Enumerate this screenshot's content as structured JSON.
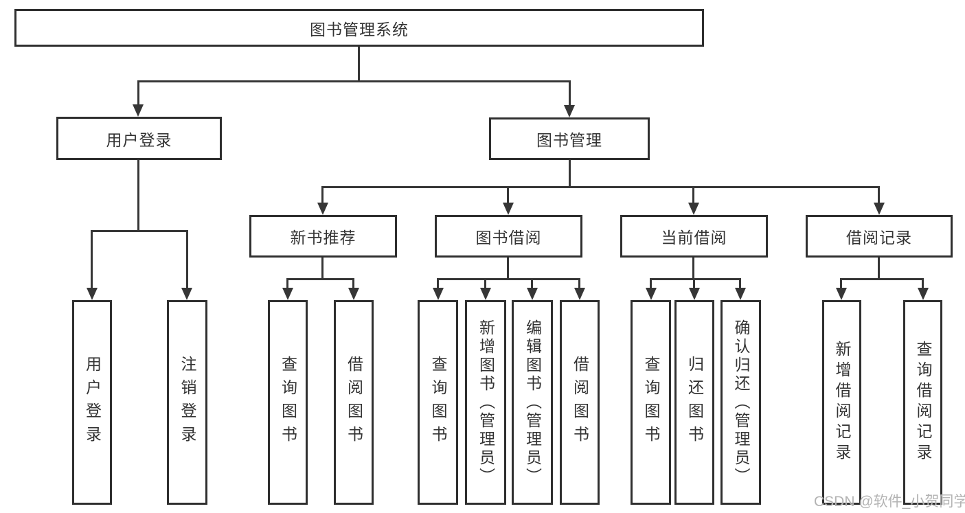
{
  "diagram": {
    "title_node": {
      "label": "图书管理系统"
    },
    "level2": [
      {
        "label": "用户登录"
      },
      {
        "label": "图书管理"
      }
    ],
    "level3": [
      {
        "label": "新书推荐"
      },
      {
        "label": "图书借阅"
      },
      {
        "label": "当前借阅"
      },
      {
        "label": "借阅记录"
      }
    ],
    "leaves": [
      {
        "label": "用户登录",
        "parent": "用户登录"
      },
      {
        "label": "注销登录",
        "parent": "用户登录"
      },
      {
        "label": "查询图书",
        "parent": "新书推荐"
      },
      {
        "label": "借阅图书",
        "parent": "新书推荐"
      },
      {
        "label": "查询图书",
        "parent": "图书借阅"
      },
      {
        "label": "新增图书（管理员）",
        "parent": "图书借阅"
      },
      {
        "label": "编辑图书（管理员）",
        "parent": "图书借阅"
      },
      {
        "label": "借阅图书",
        "parent": "图书借阅"
      },
      {
        "label": "查询图书",
        "parent": "当前借阅"
      },
      {
        "label": "归还图书",
        "parent": "当前借阅"
      },
      {
        "label": "确认归还（管理员）",
        "parent": "当前借阅"
      },
      {
        "label": "新增借阅记录",
        "parent": "借阅记录"
      },
      {
        "label": "查询借阅记录",
        "parent": "借阅记录"
      }
    ]
  },
  "watermark": {
    "text": "CSDN @软件_小贺同学"
  },
  "colors": {
    "line": "#363636",
    "box_border": "#2f2f2f",
    "text": "#333333",
    "watermark": "#b3b3b3",
    "background": "#ffffff"
  }
}
